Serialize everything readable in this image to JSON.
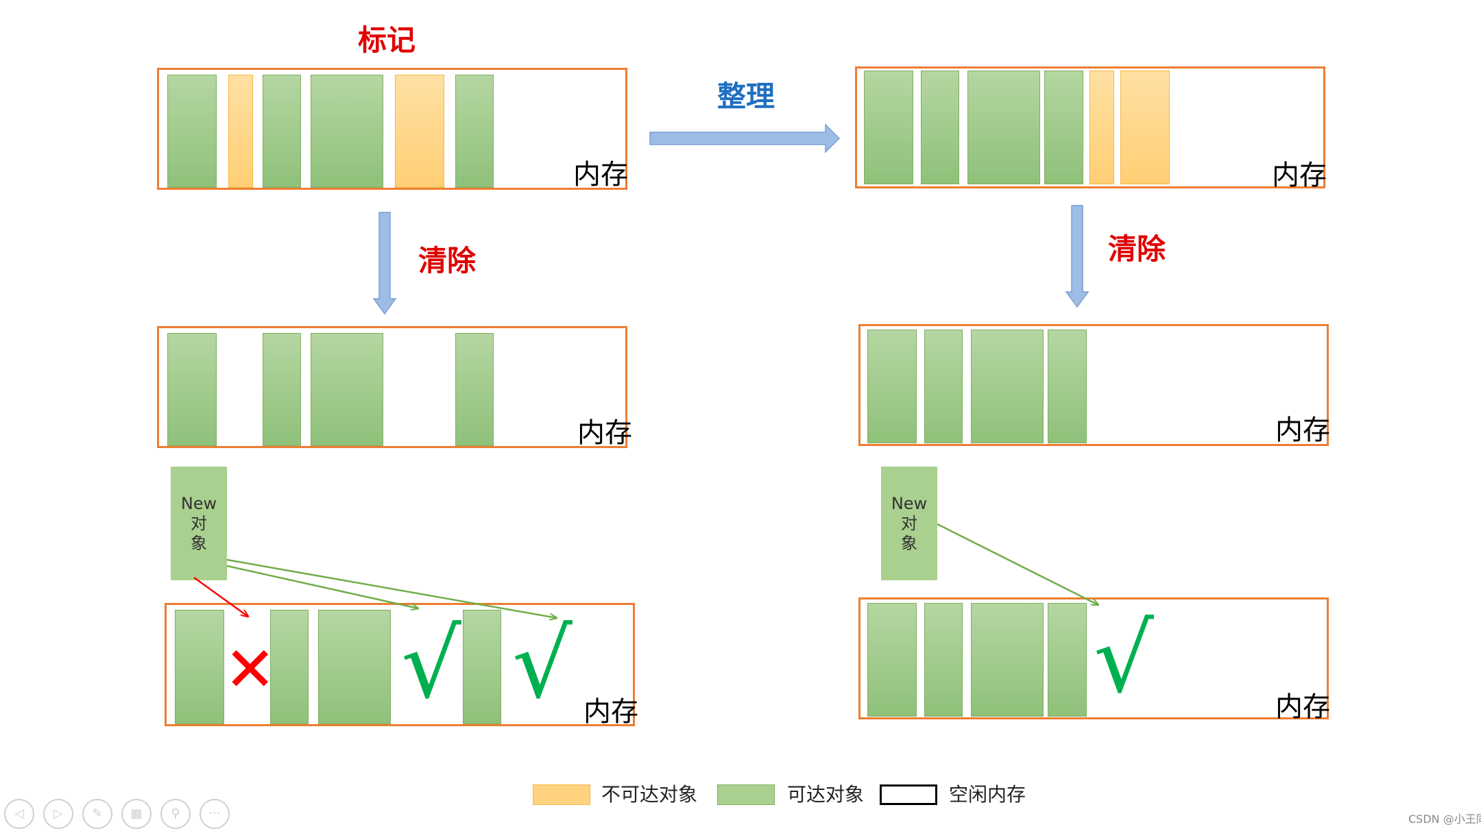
{
  "labels": {
    "mark": "标记",
    "compact": "整理",
    "sweep_left": "清除",
    "sweep_right": "清除",
    "memory": "内存",
    "new_object": [
      "New",
      "对",
      "象"
    ],
    "check": "√",
    "cross": "✕"
  },
  "legend": [
    {
      "label": "不可达对象",
      "color": "#ffd27f"
    },
    {
      "label": "可达对象",
      "color": "#a9d08e"
    },
    {
      "label": "空闲内存",
      "color": "#ffffff"
    }
  ],
  "colors": {
    "reachable": "#a9d08e",
    "unreachable": "#ffd27f",
    "memory_border": "#ed7d31",
    "arrow": "#8faadc",
    "red_title": "#e00000",
    "blue_title": "#1f6fc0",
    "check": "#00b050",
    "cross": "#ff0000"
  },
  "watermark": "CSDN @小王同",
  "icons": [
    "prev-icon",
    "next-icon",
    "pen-icon",
    "slides-icon",
    "zoom-icon",
    "more-icon"
  ]
}
